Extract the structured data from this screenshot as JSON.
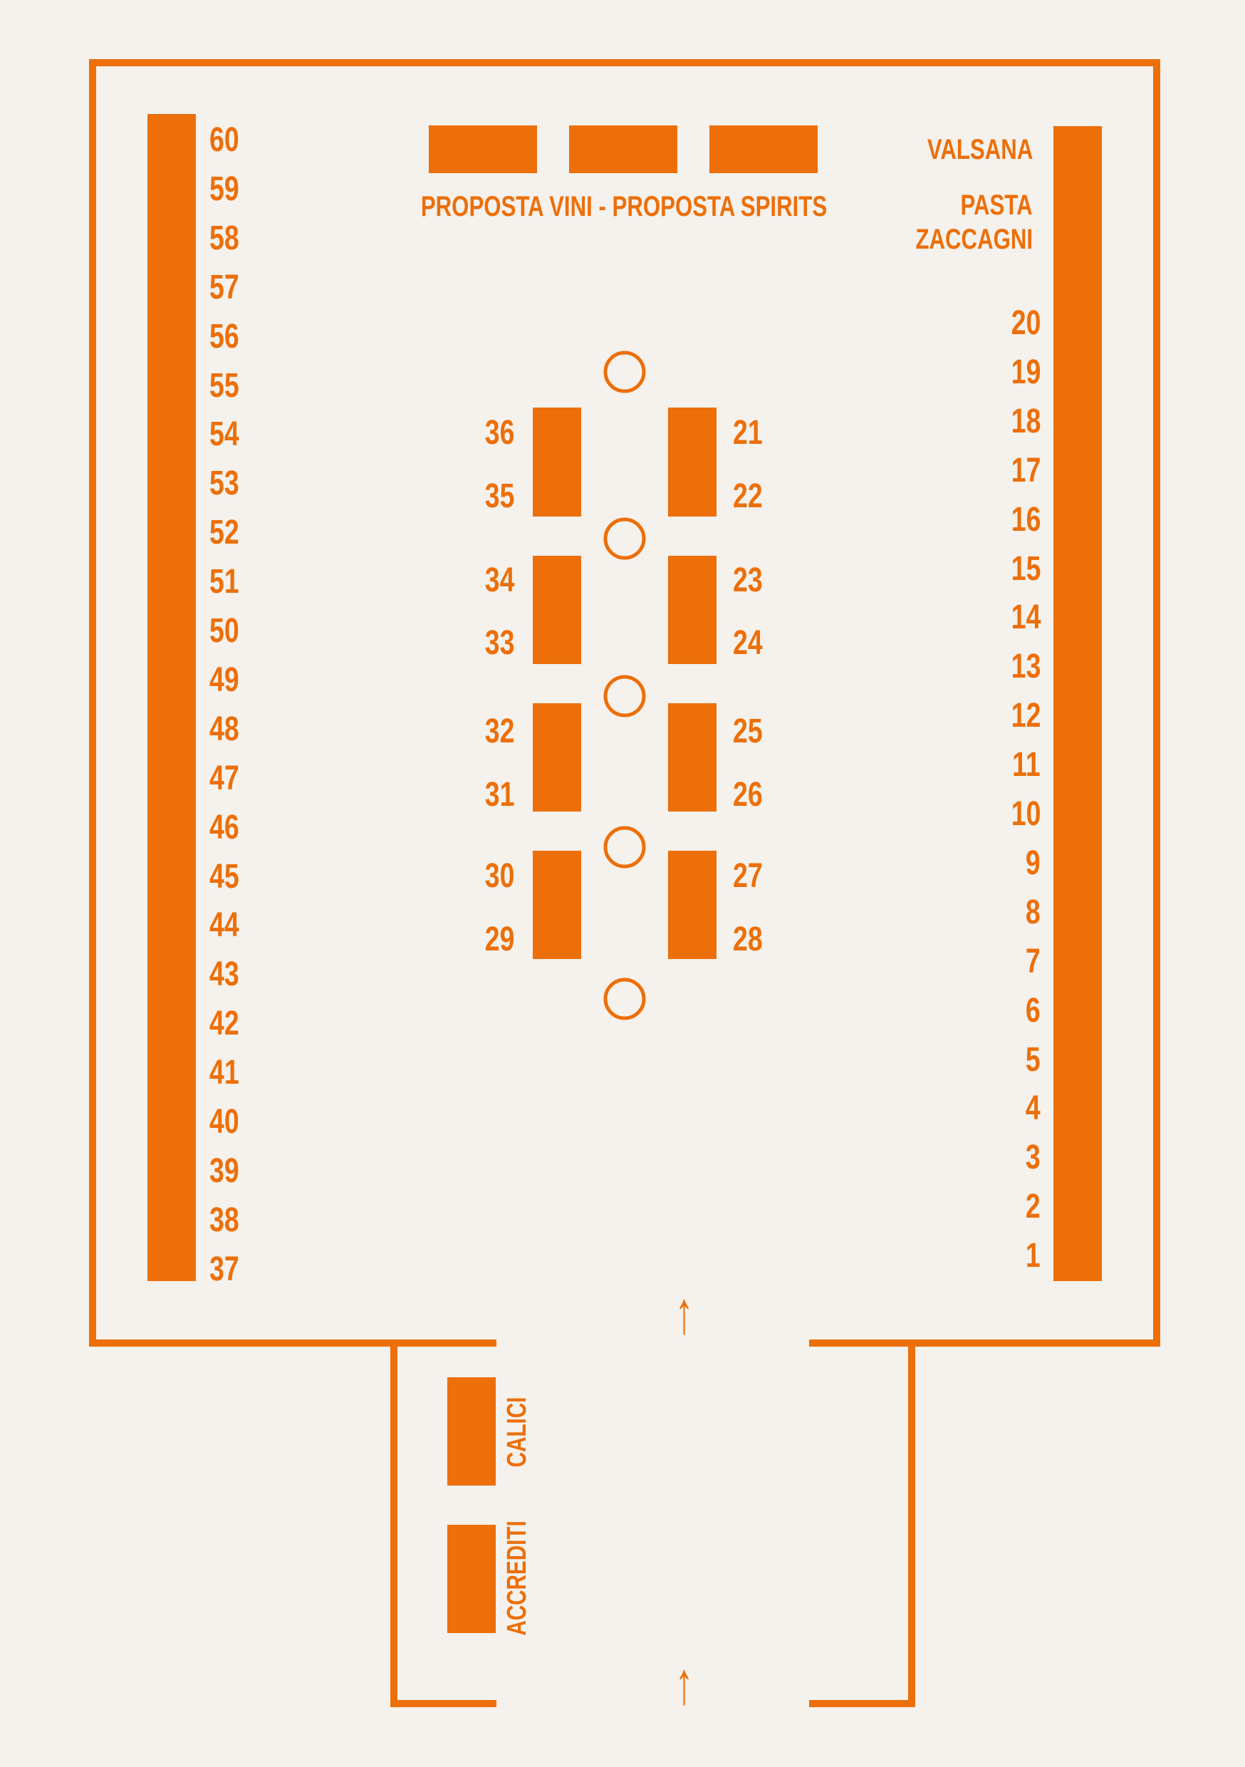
{
  "colors": {
    "accent": "#EC6F0A",
    "background": "#F5F1EC"
  },
  "stands": {
    "left_wall": [
      "60",
      "59",
      "58",
      "57",
      "56",
      "55",
      "54",
      "53",
      "52",
      "51",
      "50",
      "49",
      "48",
      "47",
      "46",
      "45",
      "44",
      "43",
      "42",
      "41",
      "40",
      "39",
      "38",
      "37"
    ],
    "right_wall": [
      "20",
      "19",
      "18",
      "17",
      "16",
      "15",
      "14",
      "13",
      "12",
      "11",
      "10",
      "9",
      "8",
      "7",
      "6",
      "5",
      "4",
      "3",
      "2",
      "1"
    ],
    "center_left": [
      "36",
      "35",
      "34",
      "33",
      "32",
      "31",
      "30",
      "29"
    ],
    "center_right": [
      "21",
      "22",
      "23",
      "24",
      "25",
      "26",
      "27",
      "28"
    ]
  },
  "labels": {
    "top_counter": "PROPOSTA VINI - PROPOSTA SPIRITS",
    "valsana": "VALSANA",
    "pasta": "PASTA",
    "zaccagni": "ZACCAGNI",
    "calici": "CALICI",
    "accrediti": "ACCREDITI"
  },
  "entrance_arrows": [
    "↑",
    "↑"
  ]
}
